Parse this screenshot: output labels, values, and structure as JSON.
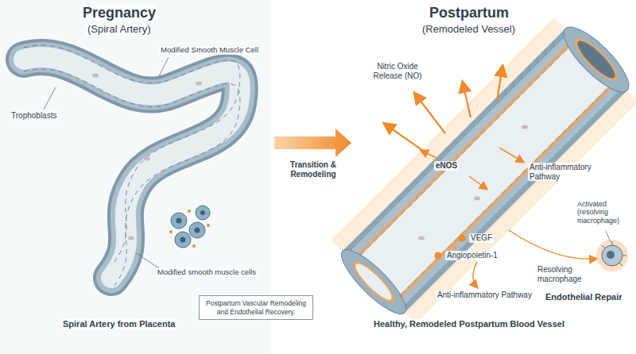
{
  "diagram": {
    "nodes": [
      {
        "text": [
          "Postpartum Vascular Remodeling and Endothelial Recovery."
        ]
      }
    ],
    "labels": [
      "Pregnancy",
      "(Spiral Artery)",
      "Postpartum",
      "(Remodeled Vessel)",
      "Modified Smooth Muscle Cell",
      "Trophoblasts",
      "Modified smooth muscle cells",
      "Transition & Remodeling",
      "Nitric Oxide Release (NO)",
      "eNOS",
      "Anti-inflammatory Pathway",
      "Activated (resolving macrophage)",
      "VEGF",
      "Angiopoietin-1",
      "Anti-inflammatory Pathway",
      "Resolving macrophage",
      "Endothelial Repair",
      "Spiral Artery from Placenta",
      "Healthy, Remodeled Postpartum Blood Vessel"
    ]
  }
}
